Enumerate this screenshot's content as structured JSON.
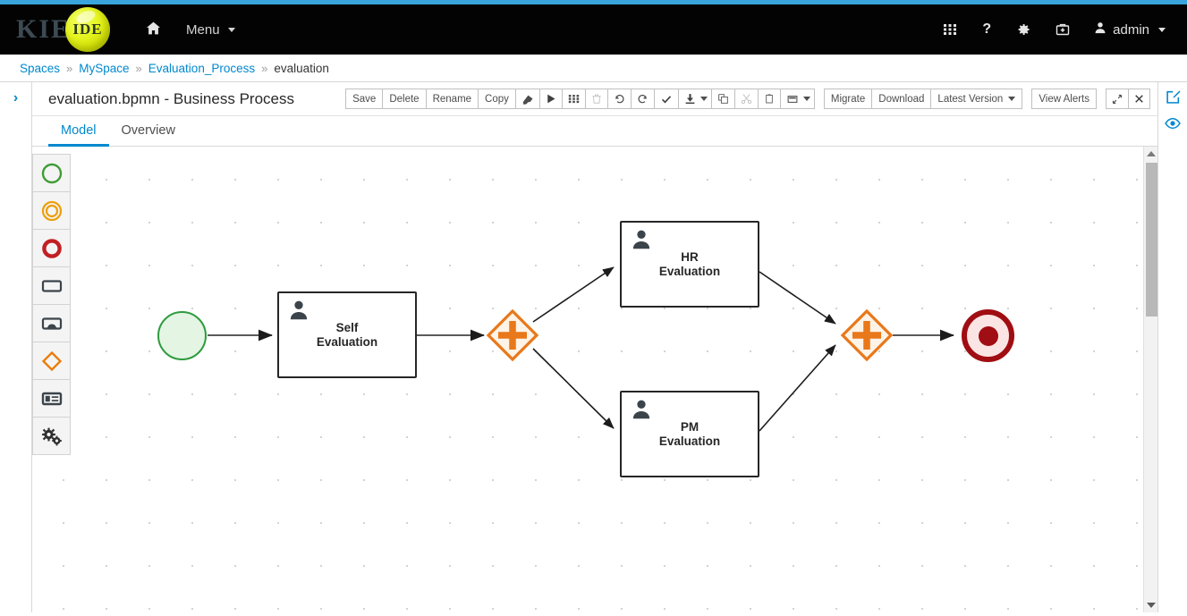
{
  "masthead": {
    "brand_primary": "KIE",
    "brand_secondary": "IDE",
    "home_icon": "home-icon",
    "menu_label": "Menu",
    "icons": [
      {
        "name": "apps-grid-icon",
        "glyph": "grid"
      },
      {
        "name": "help-icon",
        "glyph": "?"
      },
      {
        "name": "settings-gear-icon",
        "glyph": "gear"
      },
      {
        "name": "toolbox-icon",
        "glyph": "toolbox"
      }
    ],
    "user_label": "admin"
  },
  "breadcrumb": {
    "items": [
      "Spaces",
      "MySpace",
      "Evaluation_Process",
      "evaluation"
    ],
    "separator": "»",
    "current_index": 3
  },
  "editor": {
    "title": "evaluation.bpmn - Business Process",
    "collapse_arrow": "›",
    "tabs": [
      {
        "label": "Model",
        "active": true
      },
      {
        "label": "Overview",
        "active": false
      }
    ],
    "toolbar": {
      "text_buttons": [
        "Save",
        "Delete",
        "Rename",
        "Copy"
      ],
      "icon_buttons": [
        {
          "name": "eraser-icon",
          "disabled": false
        },
        {
          "name": "play-icon",
          "disabled": false
        },
        {
          "name": "grid-icon",
          "disabled": false
        },
        {
          "name": "trash-icon",
          "disabled": true
        },
        {
          "name": "undo-icon",
          "disabled": false
        },
        {
          "name": "redo-icon",
          "disabled": false
        },
        {
          "name": "check-icon",
          "disabled": false
        },
        {
          "name": "download-icon",
          "disabled": false
        },
        {
          "name": "duplicate-icon",
          "disabled": false
        },
        {
          "name": "cut-scissors-icon",
          "disabled": true
        },
        {
          "name": "paste-icon",
          "disabled": false
        },
        {
          "name": "layout-view-icon",
          "disabled": false
        }
      ],
      "migrate_label": "Migrate",
      "download_label": "Download",
      "version_label": "Latest Version",
      "alerts_label": "View Alerts",
      "maximize_icon": "expand-arrows-icon",
      "close_icon": "close-icon"
    }
  },
  "palette": {
    "items": [
      {
        "name": "start-event-tool",
        "type": "start-event"
      },
      {
        "name": "intermediate-event-tool",
        "type": "intermediate-event"
      },
      {
        "name": "end-event-tool",
        "type": "end-event"
      },
      {
        "name": "task-tool",
        "type": "task"
      },
      {
        "name": "subprocess-tool",
        "type": "subprocess"
      },
      {
        "name": "gateway-tool",
        "type": "gateway"
      },
      {
        "name": "data-object-tool",
        "type": "data-object"
      },
      {
        "name": "service-tasks-tool",
        "type": "service-tasks"
      }
    ]
  },
  "diagram": {
    "start_event": {
      "name": "start-event"
    },
    "end_event": {
      "name": "end-event"
    },
    "tasks": [
      {
        "name": "task-self-evaluation",
        "label": "Self\nEvaluation"
      },
      {
        "name": "task-hr-evaluation",
        "label": "HR\nEvaluation"
      },
      {
        "name": "task-pm-evaluation",
        "label": "PM\nEvaluation"
      }
    ],
    "gateways": [
      {
        "name": "gateway-parallel-split",
        "symbol": "+"
      },
      {
        "name": "gateway-parallel-join",
        "symbol": "+"
      }
    ]
  },
  "right_rail": {
    "icons": [
      {
        "name": "edit-pencil-icon"
      },
      {
        "name": "preview-eye-icon"
      }
    ]
  },
  "colors": {
    "accent": "#39a5dc",
    "link": "#0088ce",
    "masthead_bg": "#030303",
    "start_green": "#2e9b3e",
    "end_red": "#a00d12",
    "gateway_orange": "#e8781a"
  }
}
